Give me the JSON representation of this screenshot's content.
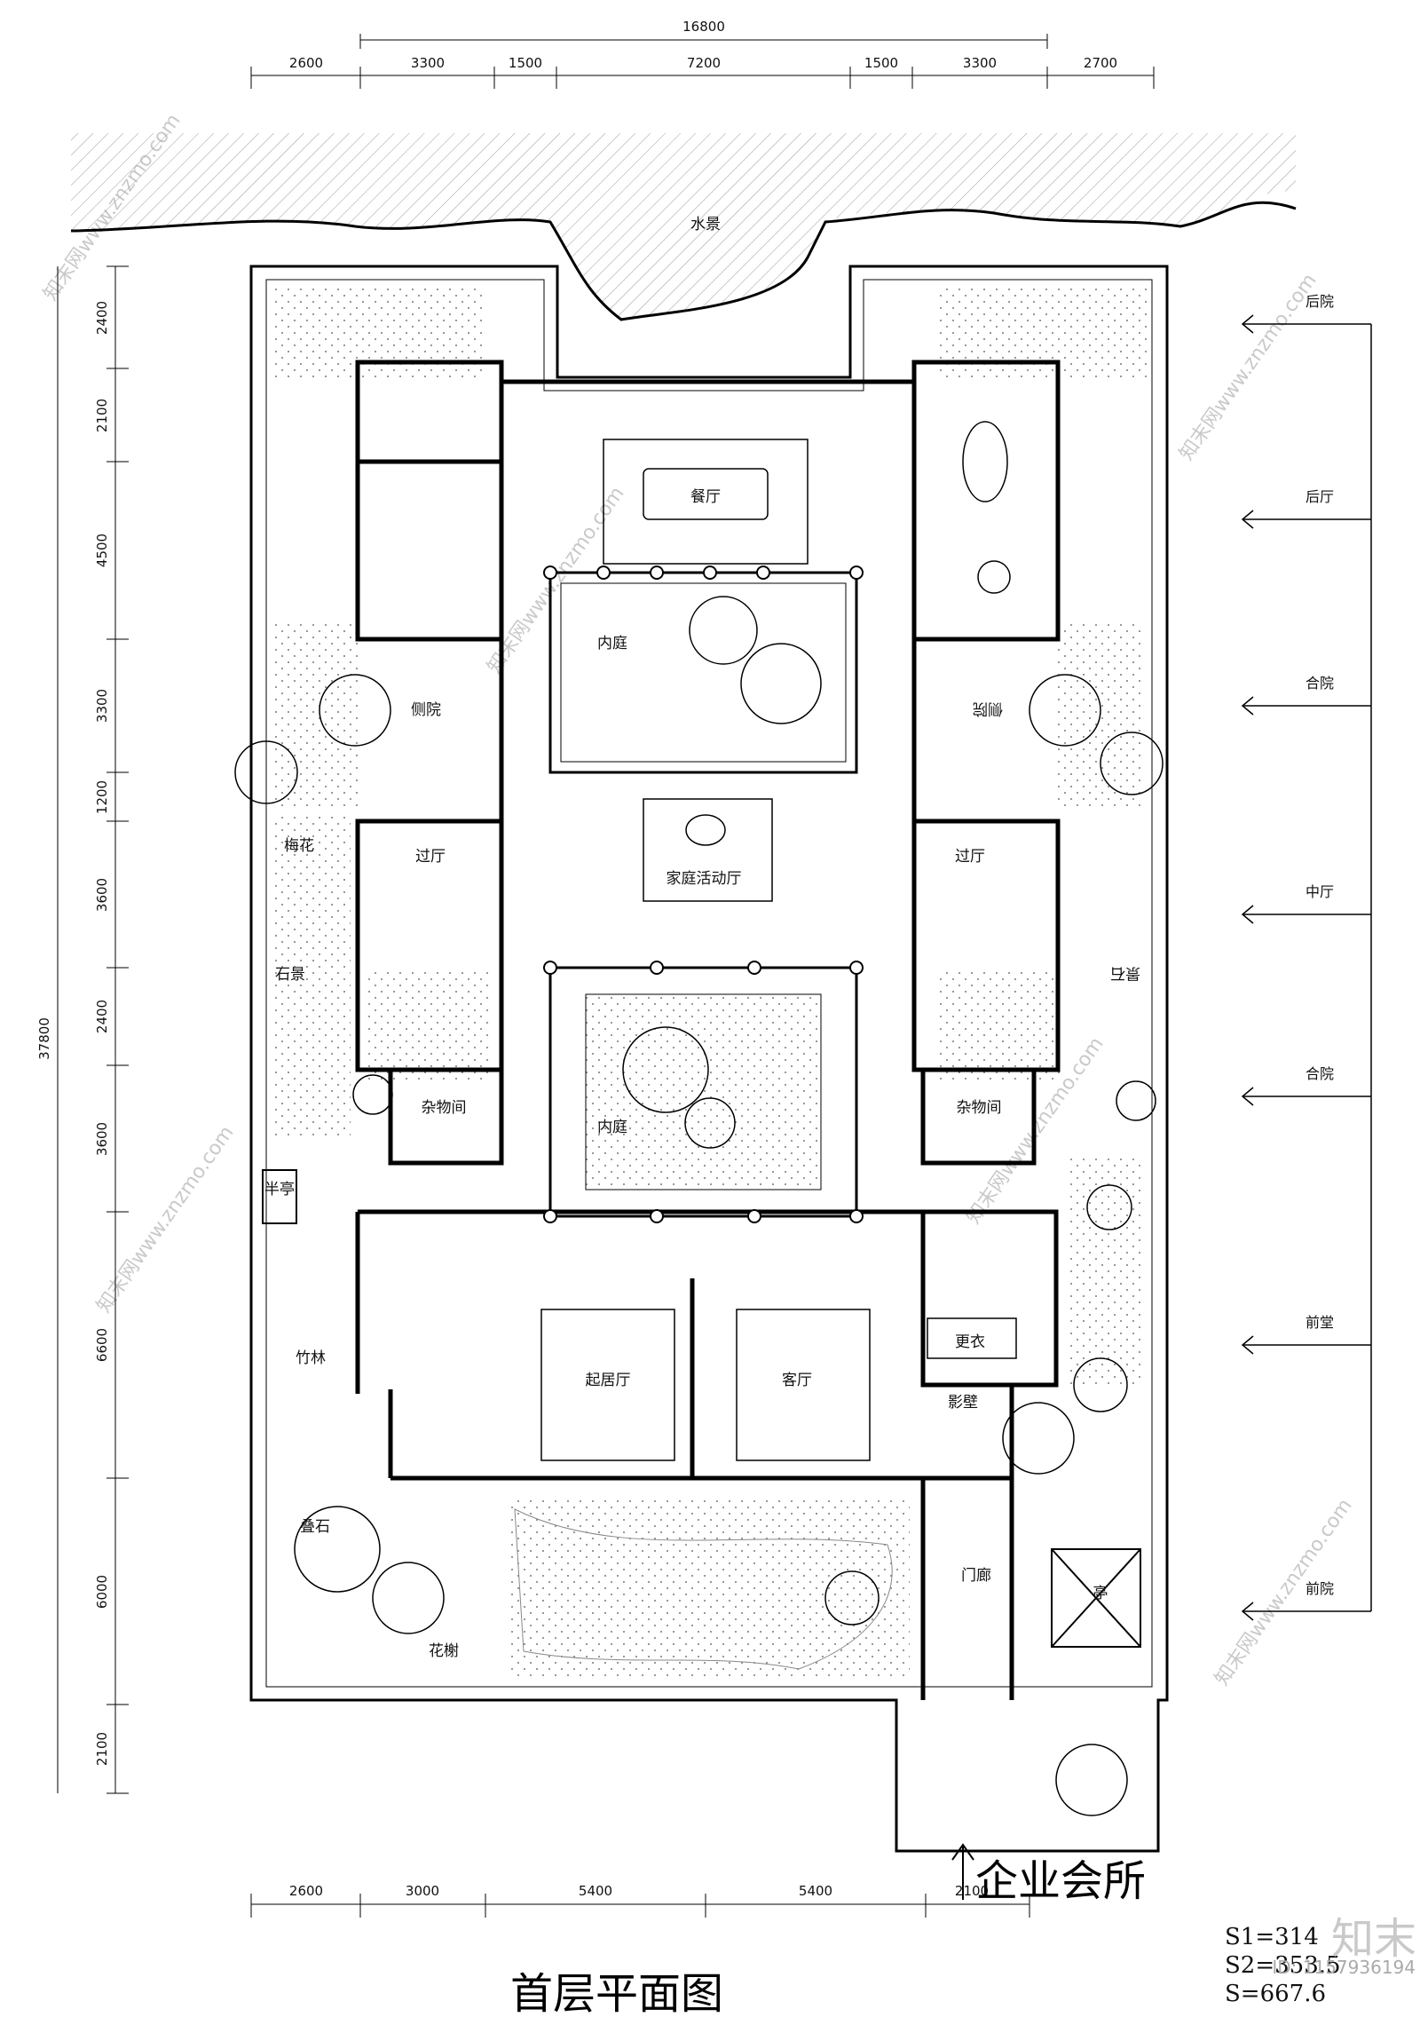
{
  "drawing": {
    "title": "首层平面图",
    "project": "企业会所",
    "areas": [
      "S1=314",
      "S2=353.5",
      "S=667.6"
    ],
    "id_text": "ID: 1157936194",
    "watermark_logo": "知末",
    "watermark_text": "知末网www.znzmo.com"
  },
  "dimensions": {
    "top_total": "16800",
    "top_segments": [
      "2600",
      "3300",
      "1500",
      "7200",
      "1500",
      "3300",
      "2700"
    ],
    "bottom_segments": [
      "2600",
      "3000",
      "5400",
      "5400",
      "2100"
    ],
    "left_total": "37800",
    "left_segments": [
      "2400",
      "2100",
      "4500",
      "3300",
      "1200",
      "3600",
      "2400",
      "3600",
      "6600",
      "6000",
      "2100"
    ]
  },
  "rooms": {
    "water": "水景",
    "dining": "餐厅",
    "inner_court_1": "内庭",
    "family": "家庭活动厅",
    "inner_court_2": "内庭",
    "hall_left": "过厅",
    "hall_right": "过厅",
    "storage_left": "杂物间",
    "storage_right": "杂物间",
    "living": "起居厅",
    "guest": "客厅",
    "changing": "更衣",
    "screen_wall": "影壁",
    "porch": "门廊",
    "pavilion": "亭",
    "half_pavilion": "半亭"
  },
  "landscape": {
    "side_yard_left": "侧院",
    "side_yard_right": "侧院",
    "plum": "梅花",
    "stone_left": "石景",
    "stone_right": "景石",
    "bamboo": "竹林",
    "rockery": "叠石",
    "flower_bed": "花榭"
  },
  "zones": [
    "后院",
    "后厅",
    "合院",
    "中厅",
    "合院",
    "前堂",
    "前院"
  ]
}
